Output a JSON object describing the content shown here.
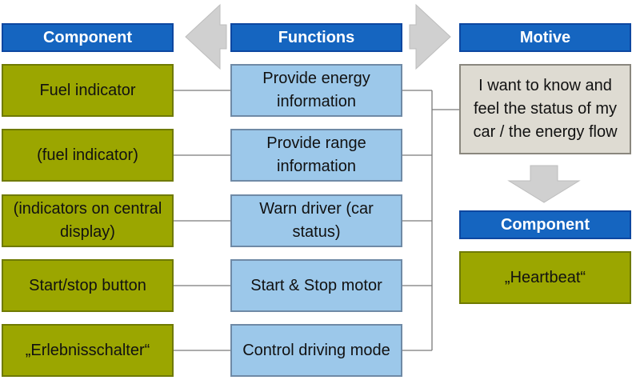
{
  "headers": {
    "component": "Component",
    "functions": "Functions",
    "motive": "Motive",
    "component2": "Component"
  },
  "components": [
    "Fuel indicator",
    "(fuel indicator)",
    "(indicators on central display)",
    "Start/stop button",
    "„Erlebnisschalter“"
  ],
  "functions": [
    "Provide energy information",
    "Provide range information",
    "Warn driver (car status)",
    "Start & Stop motor",
    "Control driving mode"
  ],
  "motive_text": "I want to know and feel the status of my car / the energy flow",
  "heartbeat": "„Heartbeat“",
  "colors": {
    "header_blue": "#1565c0",
    "component_green": "#9ba600",
    "function_blue": "#9cc8ea",
    "motive_gray": "#dedbd2",
    "arrow_gray": "#d0d0d0"
  }
}
